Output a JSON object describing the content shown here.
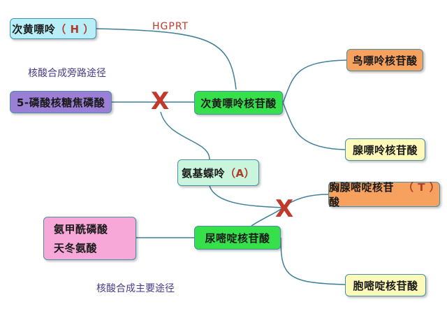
{
  "labels": {
    "hgprt": "HGPRT",
    "salvage_pathway": "核酸合成旁路途径",
    "main_pathway": "核酸合成主要途径"
  },
  "nodes": {
    "hypoxanthine": {
      "text": "次黄嘌呤",
      "abbr": "（ H ）",
      "color": "#b8eef7"
    },
    "prpp": {
      "text": "5-磷酸核糖焦磷酸",
      "color": "#9b7fd6"
    },
    "imp": {
      "text": "次黄嘌呤核苷酸",
      "color": "#35e04a"
    },
    "gmp": {
      "text": "鸟嘌呤核苷酸",
      "color": "#f7a15f"
    },
    "amp": {
      "text": "腺嘌呤核苷酸",
      "color": "#fdf9b8"
    },
    "aminopterin": {
      "text": "氨基蝶呤",
      "abbr": "（A）",
      "color": "#c8f5dc"
    },
    "tmp": {
      "text": "胸腺嘧啶核苷酸",
      "abbr": "（ T ）",
      "color": "#f7a15f"
    },
    "ump": {
      "text": "尿嘧啶核苷酸",
      "color": "#35e04a"
    },
    "glutamine_aspartate": {
      "line1": "氨甲酰磷酸",
      "line2": "天冬氨酸",
      "color": "#f7a8d8"
    },
    "cmp": {
      "text": "胞嘧啶核苷酸",
      "color": "#fdf9b8"
    }
  },
  "marks": {
    "block_mark": "X"
  }
}
